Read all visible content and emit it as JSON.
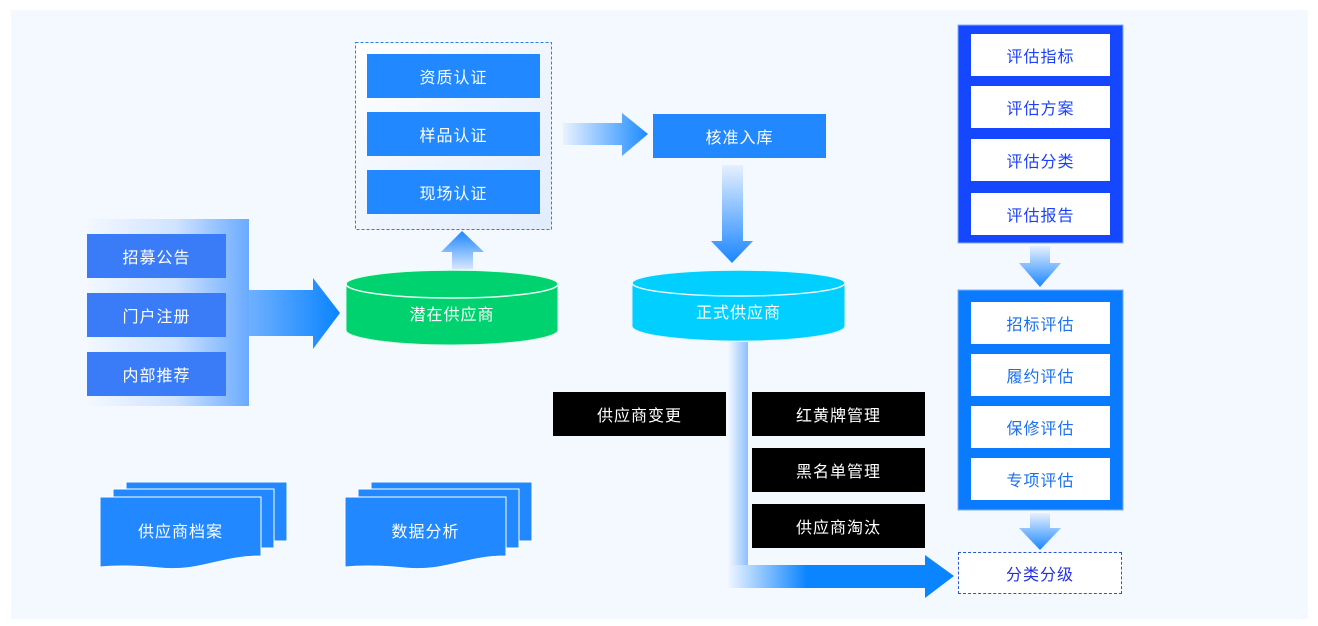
{
  "sources": {
    "items": [
      "招募公告",
      "门户注册",
      "内部推荐"
    ]
  },
  "certification": {
    "items": [
      "资质认证",
      "样品认证",
      "现场认证"
    ]
  },
  "approval": {
    "label": "核准入库"
  },
  "potential_supplier": {
    "label": "潜在供应商",
    "color": "#00d26f"
  },
  "formal_supplier": {
    "label": "正式供应商",
    "color": "#00cfff"
  },
  "management": {
    "change": "供应商变更",
    "items": [
      "红黄牌管理",
      "黑名单管理",
      "供应商淘汰"
    ]
  },
  "documents": {
    "archive": "供应商档案",
    "analysis": "数据分析"
  },
  "evaluation_setup": {
    "items": [
      "评估指标",
      "评估方案",
      "评估分类",
      "评估报告"
    ]
  },
  "evaluation_types": {
    "items": [
      "招标评估",
      "履约评估",
      "保修评估",
      "专项评估"
    ]
  },
  "classification": {
    "label": "分类分级"
  },
  "colors": {
    "primary_blue": "#2188ff",
    "deep_blue": "#1447ff",
    "frame_blue": "#0a7bff",
    "background": "#f4f8ff"
  }
}
